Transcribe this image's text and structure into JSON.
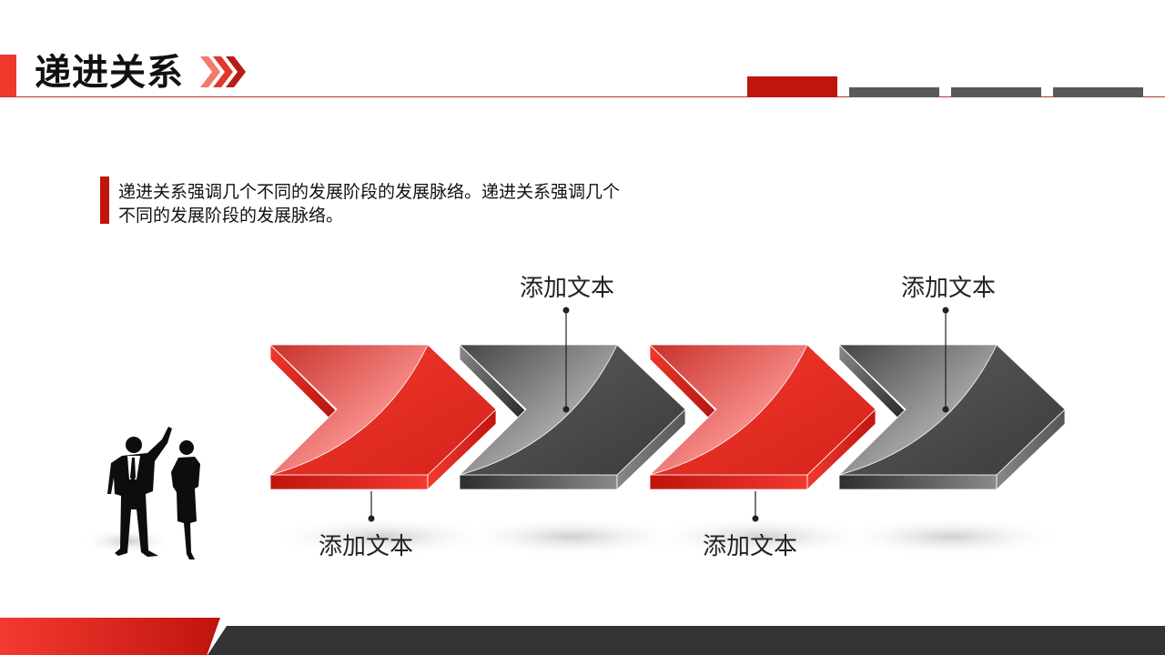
{
  "header": {
    "title": "递进关系",
    "title_chevrons": "»",
    "tabs": [
      {
        "color": "#c0140e"
      },
      {
        "color": "#5a5858"
      },
      {
        "color": "#5a5858"
      },
      {
        "color": "#5a5858"
      }
    ]
  },
  "description": {
    "text": "递进关系强调几个不同的发展阶段的发展脉络。递进关系强调几个不同的发展阶段的发展脉络。"
  },
  "diagram": {
    "type": "progressive-chevrons",
    "steps": [
      {
        "index": 1,
        "color": "red",
        "label": "添加文本",
        "label_position": "below"
      },
      {
        "index": 2,
        "color": "gray",
        "label": "添加文本",
        "label_position": "above"
      },
      {
        "index": 3,
        "color": "red",
        "label": "添加文本",
        "label_position": "below"
      },
      {
        "index": 4,
        "color": "gray",
        "label": "添加文本",
        "label_position": "above"
      }
    ]
  },
  "colors": {
    "accent_red": "#c0140e",
    "bright_red": "#f43a30",
    "dark_gray": "#333333",
    "tab_gray": "#5a5858"
  }
}
